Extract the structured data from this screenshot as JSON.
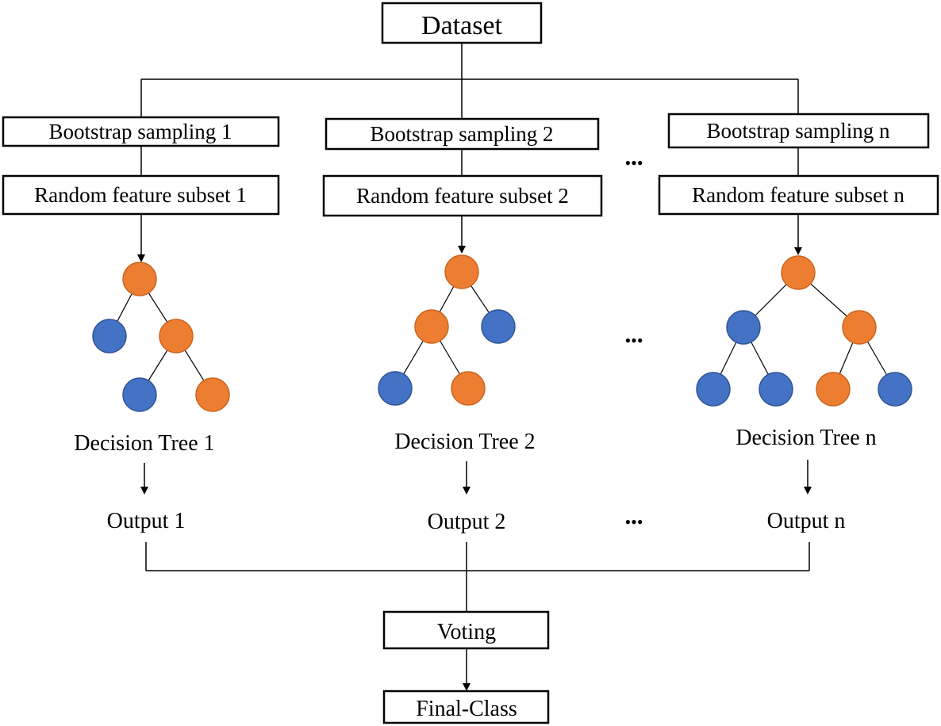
{
  "colors": {
    "split_node": "#ED7D31",
    "split_node_stroke": "#C9651F",
    "leaf_node": "#4472C4",
    "leaf_node_stroke": "#2F5597",
    "line": "#000000"
  },
  "dataset": {
    "label": "Dataset"
  },
  "columns": [
    {
      "bootstrap": "Bootstrap sampling 1",
      "features": "Random feature subset 1",
      "tree": "Decision Tree 1",
      "output": "Output 1",
      "tree_nodes": [
        {
          "kind": "split",
          "children": [
            1,
            2
          ]
        },
        {
          "kind": "leaf",
          "children": []
        },
        {
          "kind": "split",
          "children": [
            3,
            4
          ]
        },
        {
          "kind": "leaf",
          "children": []
        },
        {
          "kind": "split",
          "children": []
        }
      ]
    },
    {
      "bootstrap": "Bootstrap sampling 2",
      "features": "Random feature subset 2",
      "tree": "Decision Tree 2",
      "output": "Output 2",
      "tree_nodes": [
        {
          "kind": "split",
          "children": [
            1,
            2
          ]
        },
        {
          "kind": "split",
          "children": [
            3,
            4
          ]
        },
        {
          "kind": "leaf",
          "children": []
        },
        {
          "kind": "leaf",
          "children": []
        },
        {
          "kind": "split",
          "children": []
        }
      ]
    },
    {
      "bootstrap": "Bootstrap sampling n",
      "features": "Random feature subset n",
      "tree": "Decision Tree n",
      "output": "Output n",
      "tree_nodes": [
        {
          "kind": "split",
          "children": [
            1,
            2
          ]
        },
        {
          "kind": "leaf",
          "children": [
            3,
            4
          ]
        },
        {
          "kind": "split",
          "children": [
            5,
            6
          ]
        },
        {
          "kind": "leaf",
          "children": []
        },
        {
          "kind": "leaf",
          "children": []
        },
        {
          "kind": "split",
          "children": []
        },
        {
          "kind": "leaf",
          "children": []
        }
      ]
    }
  ],
  "ellipsis": "•••",
  "voting": {
    "label": "Voting"
  },
  "final": {
    "label": "Final-Class"
  }
}
